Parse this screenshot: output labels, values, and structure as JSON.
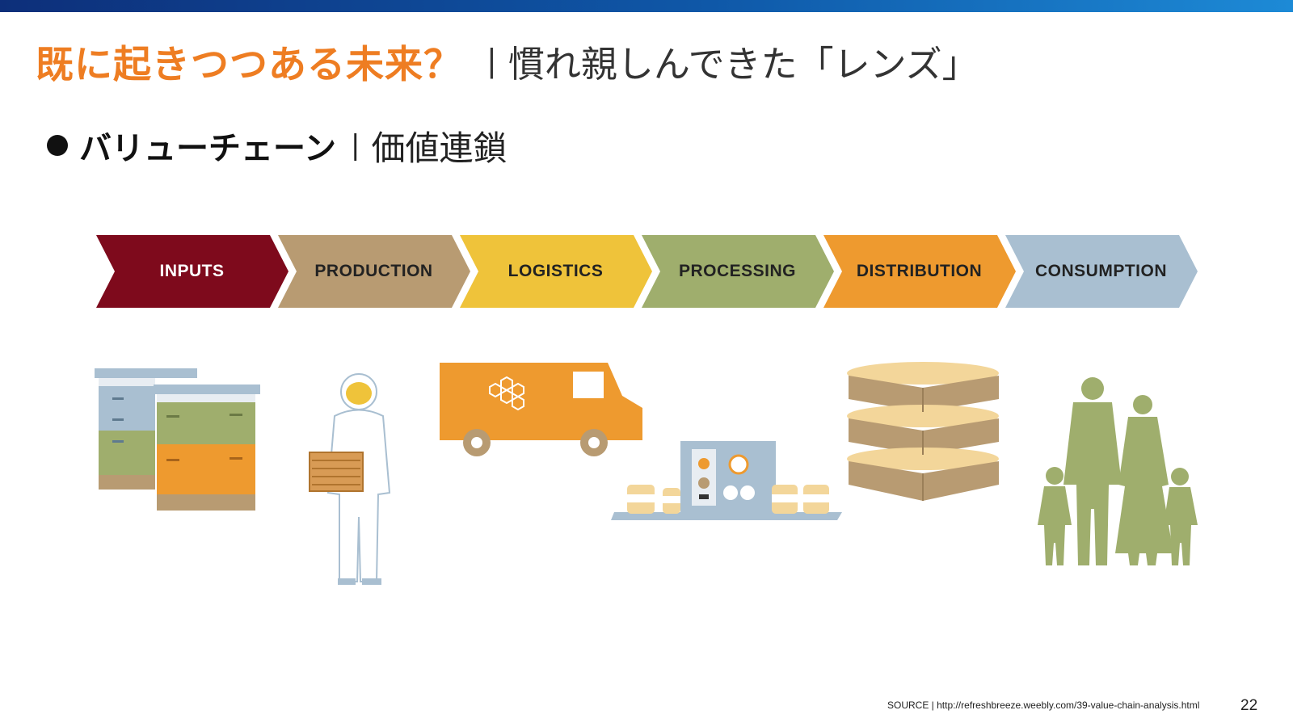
{
  "title": {
    "main": "既に起きつつある未来？",
    "separator": "|",
    "sub": "慣れ親しんできた「レンズ」"
  },
  "bullet": {
    "main": "バリューチェーン",
    "separator": "|",
    "sub": "価値連鎖"
  },
  "value_chain": {
    "stages": [
      {
        "label": "INPUTS",
        "color": "#7e0a1c",
        "text_color": "#ffffff",
        "icon": "beehives-icon"
      },
      {
        "label": "PRODUCTION",
        "color": "#b89b72",
        "text_color": "#222222",
        "icon": "beekeeper-icon"
      },
      {
        "label": "LOGISTICS",
        "color": "#efc33a",
        "text_color": "#222222",
        "icon": "delivery-truck-icon"
      },
      {
        "label": "PROCESSING",
        "color": "#9fae6d",
        "text_color": "#222222",
        "icon": "processing-machine-icon"
      },
      {
        "label": "DISTRIBUTION",
        "color": "#ee9a2f",
        "text_color": "#222222",
        "icon": "pallet-of-jars-icon"
      },
      {
        "label": "CONSUMPTION",
        "color": "#a9bfd1",
        "text_color": "#222222",
        "icon": "family-icon"
      }
    ]
  },
  "footer": {
    "source": "SOURCE | http://refreshbreeze.weebly.com/39-value-chain-analysis.html",
    "page_number": "22"
  }
}
